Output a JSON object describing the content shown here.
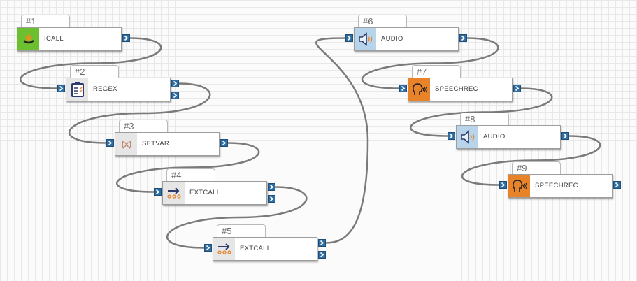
{
  "nodes": [
    {
      "tag": "#1",
      "label": "ICALL",
      "icon": "incoming-call-icon",
      "icon_bg": "#6cbf2e",
      "in": false,
      "outs": 1
    },
    {
      "tag": "#2",
      "label": "REGEX",
      "icon": "clipboard-icon",
      "icon_bg": "#e6e6e6",
      "in": true,
      "outs": 2
    },
    {
      "tag": "#3",
      "label": "SETVAR",
      "icon": "variable-icon",
      "icon_bg": "#e6e6e6",
      "in": true,
      "outs": 1
    },
    {
      "tag": "#4",
      "label": "EXTCALL",
      "icon": "transfer-icon",
      "icon_bg": "#e6e6e6",
      "in": true,
      "outs": 2
    },
    {
      "tag": "#5",
      "label": "EXTCALL",
      "icon": "transfer-icon",
      "icon_bg": "#e6e6e6",
      "in": true,
      "outs": 2
    },
    {
      "tag": "#6",
      "label": "AUDIO",
      "icon": "speaker-icon",
      "icon_bg": "#b8d4ea",
      "in": true,
      "outs": 1
    },
    {
      "tag": "#7",
      "label": "SPEECHREC",
      "icon": "speech-head-icon",
      "icon_bg": "#e8832a",
      "in": true,
      "outs": 1
    },
    {
      "tag": "#8",
      "label": "AUDIO",
      "icon": "speaker-icon",
      "icon_bg": "#b8d4ea",
      "in": true,
      "outs": 1
    },
    {
      "tag": "#9",
      "label": "SPEECHREC",
      "icon": "speech-head-icon",
      "icon_bg": "#e8832a",
      "in": true,
      "outs": 1
    }
  ],
  "connections": [
    [
      1,
      2
    ],
    [
      2,
      3
    ],
    [
      3,
      4
    ],
    [
      4,
      5
    ],
    [
      5,
      6
    ],
    [
      6,
      7
    ],
    [
      7,
      8
    ],
    [
      8,
      9
    ]
  ],
  "colors": {
    "port": "#2f6ea3",
    "wire": "#7a7a7a"
  }
}
